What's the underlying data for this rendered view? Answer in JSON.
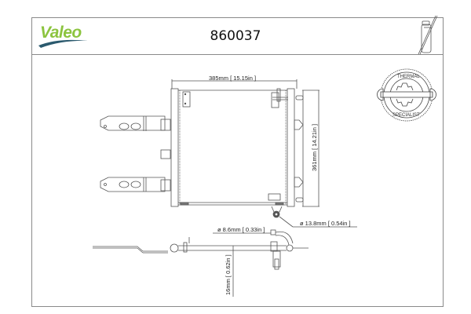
{
  "header": {
    "brand": "Valeo",
    "brand_color": "#8cc43f",
    "swoosh_color": "#2b5a6e",
    "part_number": "860037",
    "product_icon": "receiver-drier-icon"
  },
  "badge": {
    "top_text": "THERMAL",
    "bottom_text": "SPECIALIST",
    "icon": "wrench-gear-icon"
  },
  "dimensions": {
    "width": "385mm [ 15.15in ]",
    "height": "361mm [ 14.21in ]",
    "inlet_diameter": "ø 13.8mm [ 0.54in ]",
    "outlet_diameter": "ø 8.6mm [ 0.33in ]",
    "core_thickness": "16mm [ 0.62in ]"
  },
  "colors": {
    "line": "#555555",
    "frame": "#8a8a8a"
  }
}
